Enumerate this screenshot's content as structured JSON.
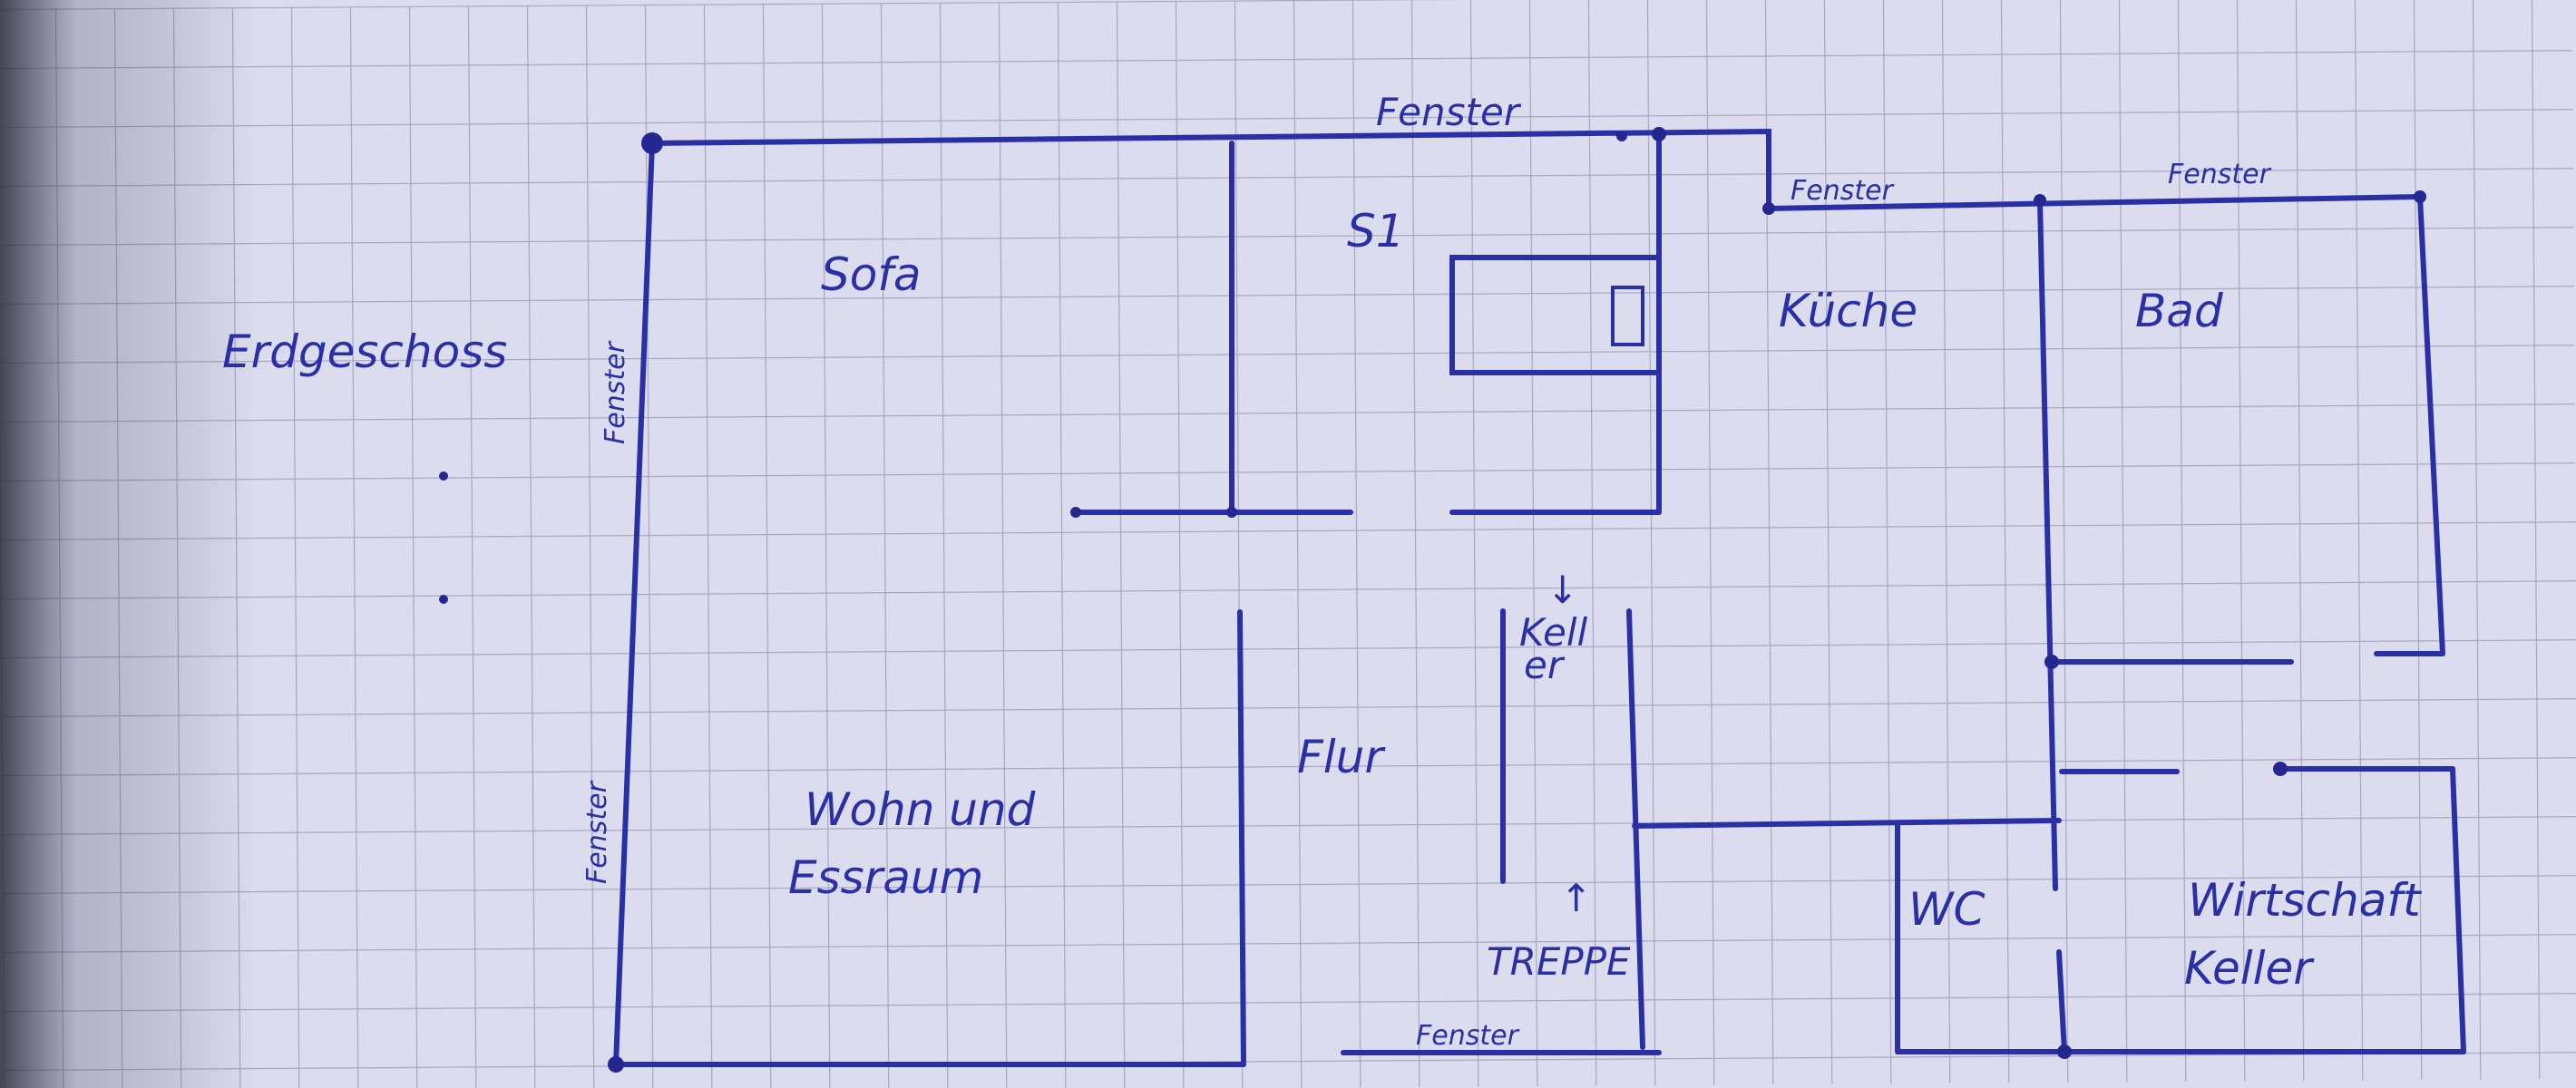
{
  "title": "Erdgeschoss",
  "rooms": {
    "sofa": "Sofa",
    "s1": "S1",
    "kueche": "Küche",
    "bad": "Bad",
    "flur": "Flur",
    "wohn_line1": "Wohn und",
    "wohn_line2": "Essraum",
    "wc": "WC",
    "wirtschaft_line1": "Wirtschaft",
    "wirtschaft_line2": "Keller",
    "keller_line1": "Kell",
    "keller_line2": "er",
    "treppe": "TREPPE"
  },
  "windows": {
    "top_living": "Fenster",
    "top_kitchen": "Fenster",
    "top_bath": "Fenster",
    "left_upper": "Fenster",
    "left_lower": "Fenster",
    "bottom_stairs": "Fenster"
  },
  "arrows": {
    "down": "↓",
    "up": "↑"
  },
  "colors": {
    "ink": "#2b2fa6",
    "paper": "#dcdcef",
    "grid": "#a9a9c4"
  }
}
